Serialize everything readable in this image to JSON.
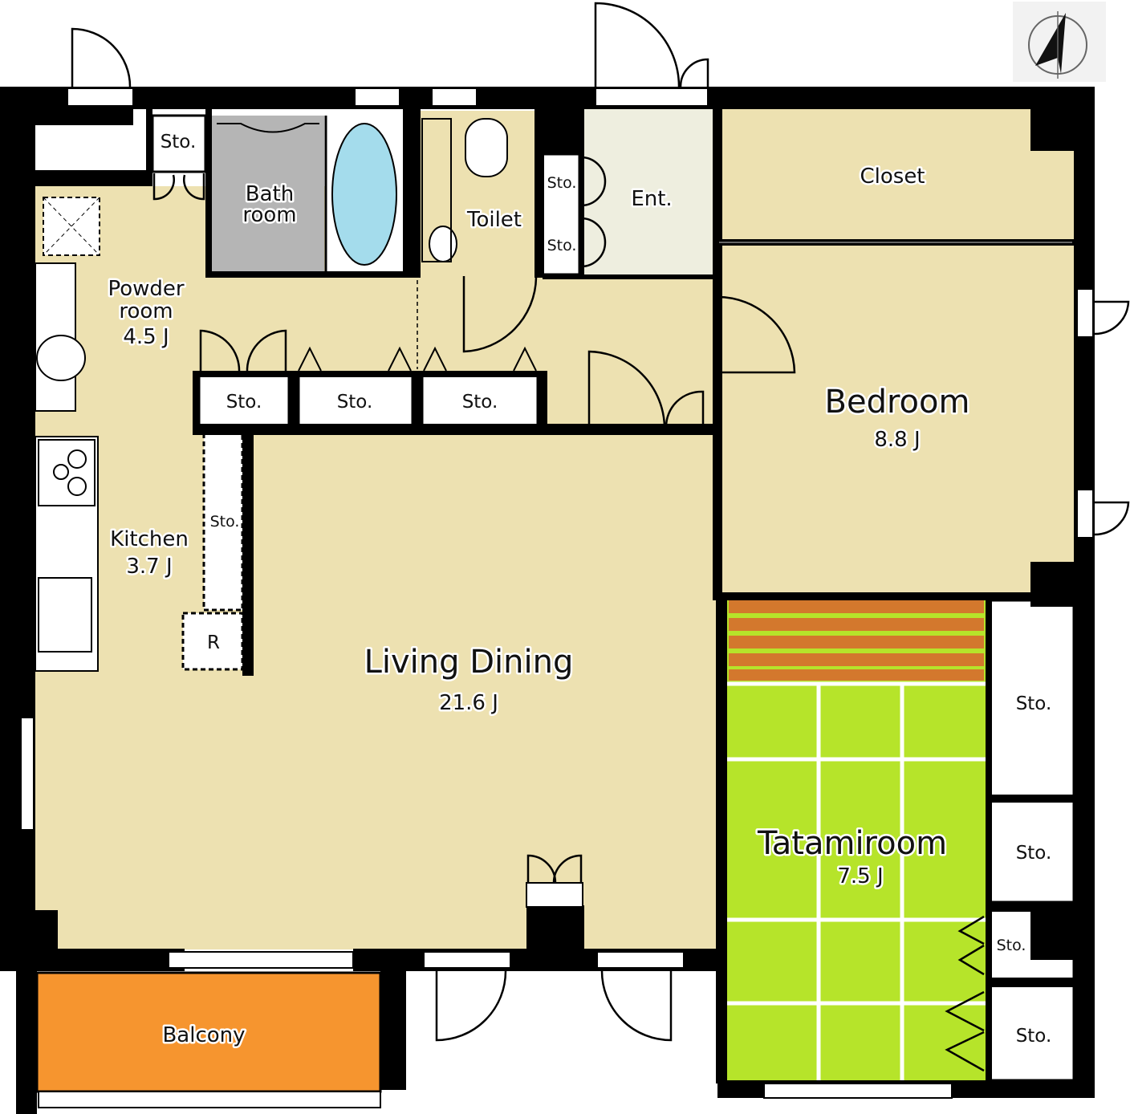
{
  "colors": {
    "room_fill": "#ede1b1",
    "entrance_fill": "#eeeedf",
    "bath_floor": "#b5b5b5",
    "bathtub": "#a4dcec",
    "balcony": "#f6952f",
    "tatami": "#b6e42a",
    "tatami_wood": "#d3782d",
    "wall": "#000000"
  },
  "compass": {
    "icon": "north-arrow-icon"
  },
  "rooms": {
    "living": {
      "name": "Living Dining",
      "size": "21.6 J"
    },
    "bedroom": {
      "name": "Bedroom",
      "size": "8.8 J"
    },
    "tatami": {
      "name": "Tatamiroom",
      "size": "7.5 J"
    },
    "kitchen": {
      "name": "Kitchen",
      "size": "3.7 J"
    },
    "powder": {
      "name_line1": "Powder",
      "name_line2": "room",
      "size": "4.5 J"
    },
    "bath": {
      "name_line1": "Bath",
      "name_line2": "room"
    },
    "toilet": {
      "name": "Toilet"
    },
    "entrance": {
      "name": "Ent."
    },
    "closet": {
      "name": "Closet"
    },
    "balcony": {
      "name": "Balcony"
    },
    "refrigerator": {
      "name": "R"
    }
  },
  "storage_label": "Sto."
}
